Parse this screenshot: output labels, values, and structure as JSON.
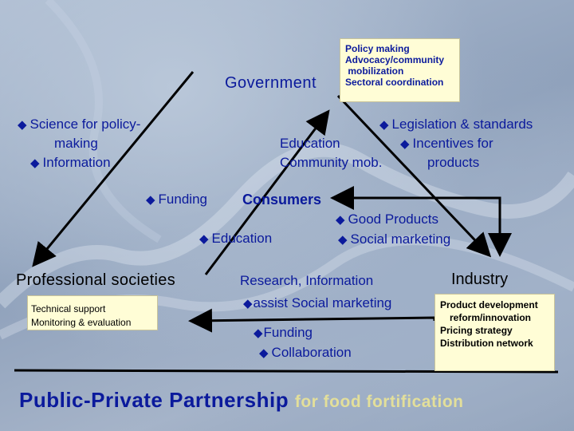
{
  "nodes": {
    "government": "Government",
    "consumers": "Consumers",
    "professional_societies": "Professional societies",
    "industry": "Industry"
  },
  "gov_box": [
    "Policy making",
    "Advocacy/community",
    " mobilization",
    "Sectoral coordination"
  ],
  "prof_box": [
    "Technical support",
    "Monitoring & evaluation"
  ],
  "industry_box": [
    "Product development",
    "reform/innovation",
    "Pricing strategy",
    "Distribution network"
  ],
  "labels": {
    "science_1": "Science for policy-",
    "science_2": "making",
    "information": "Information",
    "legislation": "Legislation & standards",
    "education_gov": "Education",
    "incentives": "Incentives for",
    "community": "Community mob.",
    "products": "products",
    "funding_left": "Funding",
    "education_left": "Education",
    "good_products": "Good Products",
    "social_marketing": "Social marketing",
    "research": "Research,  Information",
    "assist": "assist Social marketing",
    "funding_bottom": "Funding",
    "collaboration": "Collaboration"
  },
  "title": {
    "main": "Public-Private Partnership",
    "sub": "for food fortification"
  },
  "colors": {
    "text": "#0b1a9c",
    "box_bg": "#fffdd6",
    "title_sub": "#e3df9a"
  }
}
